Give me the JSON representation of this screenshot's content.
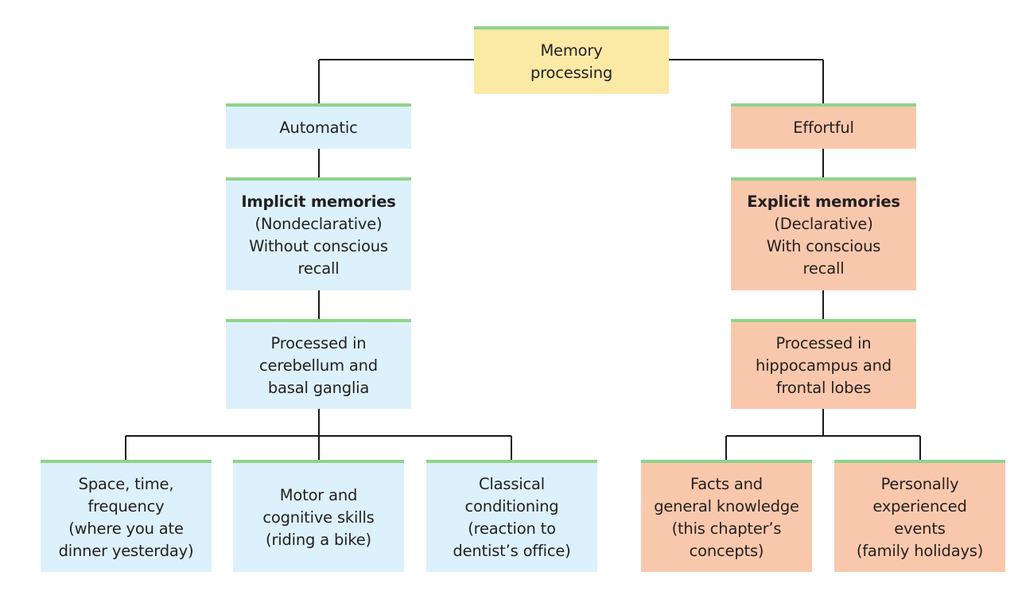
{
  "diagram": {
    "root": {
      "lines": [
        "Memory",
        "processing"
      ]
    },
    "automatic": {
      "label": "Automatic",
      "implicit": {
        "title": "Implicit memories",
        "lines": [
          "(Nondeclarative)",
          "Without conscious",
          "recall"
        ]
      },
      "processed": {
        "lines": [
          "Processed in",
          "cerebellum and",
          "basal ganglia"
        ]
      },
      "children": [
        {
          "lines": [
            "Space, time,",
            "frequency",
            "(where you ate",
            "dinner yesterday)"
          ]
        },
        {
          "lines": [
            "Motor and",
            "cognitive skills",
            "(riding a bike)"
          ]
        },
        {
          "lines": [
            "Classical",
            "conditioning",
            "(reaction to",
            "dentist’s office)"
          ]
        }
      ]
    },
    "effortful": {
      "label": "Effortful",
      "explicit": {
        "title": "Explicit memories",
        "lines": [
          "(Declarative)",
          "With conscious",
          "recall"
        ]
      },
      "processed": {
        "lines": [
          "Processed in",
          "hippocampus and",
          "frontal lobes"
        ]
      },
      "children": [
        {
          "lines": [
            "Facts and",
            "general knowledge",
            "(this chapter’s",
            "concepts)"
          ]
        },
        {
          "lines": [
            "Personally",
            "experienced",
            "events",
            "(family holidays)"
          ]
        }
      ]
    },
    "colors": {
      "root_fill": "#fbe9a6",
      "automatic_fill": "#dcf1fb",
      "effortful_fill": "#f9c8ac",
      "top_border": "#8fd48a",
      "connector": "#1a1a1a"
    }
  }
}
